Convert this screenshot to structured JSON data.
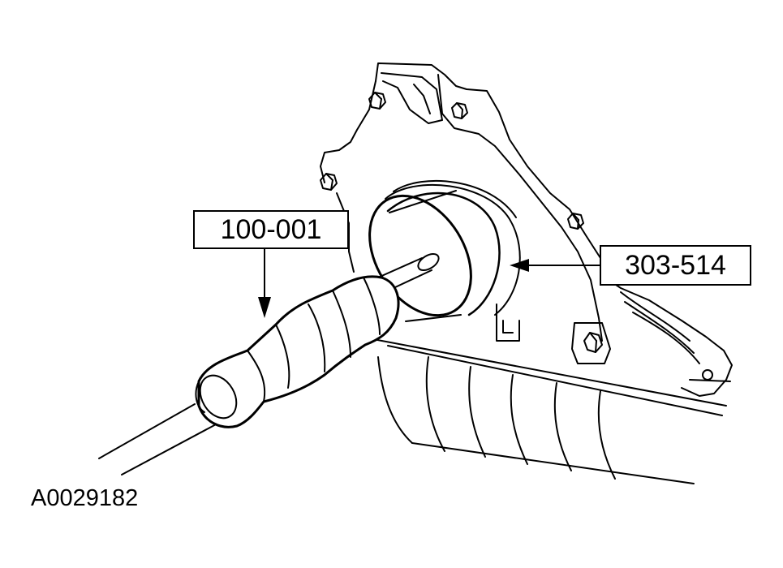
{
  "callouts": {
    "slide_hammer": "100-001",
    "seal_remover": "303-514"
  },
  "figure_id": "A0029182"
}
